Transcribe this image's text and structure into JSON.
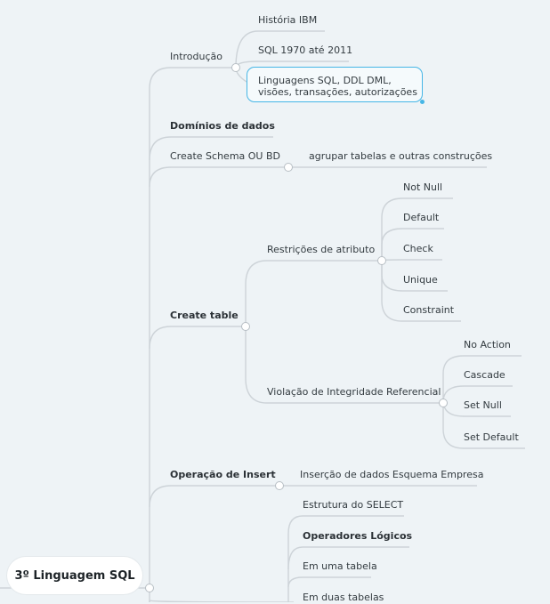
{
  "root": {
    "label": "3º Linguagem SQL"
  },
  "introducao": {
    "label": "Introdução",
    "children": [
      "História IBM",
      "SQL 1970 até 2011",
      "Linguagens SQL, DDL DML, visões, transações, autorizações"
    ]
  },
  "dominios": {
    "label": "Domínios de dados"
  },
  "create_schema": {
    "label": "Create Schema OU BD",
    "children": [
      "agrupar tabelas e outras construções"
    ]
  },
  "create_table": {
    "label": "Create table",
    "restricoes": {
      "label": "Restrições de atributo",
      "children": [
        "Not Null",
        "Default",
        "Check",
        "Unique",
        "Constraint"
      ]
    },
    "violacao": {
      "label": "Violação de Integridade Referencial",
      "children": [
        "No Action",
        "Cascade",
        "Set Null",
        "Set Default"
      ]
    }
  },
  "insert": {
    "label": "Operação de Insert",
    "children": [
      "Inserção de dados Esquema Empresa"
    ]
  },
  "select": {
    "children": [
      "Estrutura do SELECT",
      "Operadores Lógicos",
      "Em uma tabela",
      "Em duas tabelas"
    ]
  },
  "colors": {
    "background": "#eef3f6",
    "connector": "#cdd3d8",
    "selection": "#46b6e6"
  }
}
